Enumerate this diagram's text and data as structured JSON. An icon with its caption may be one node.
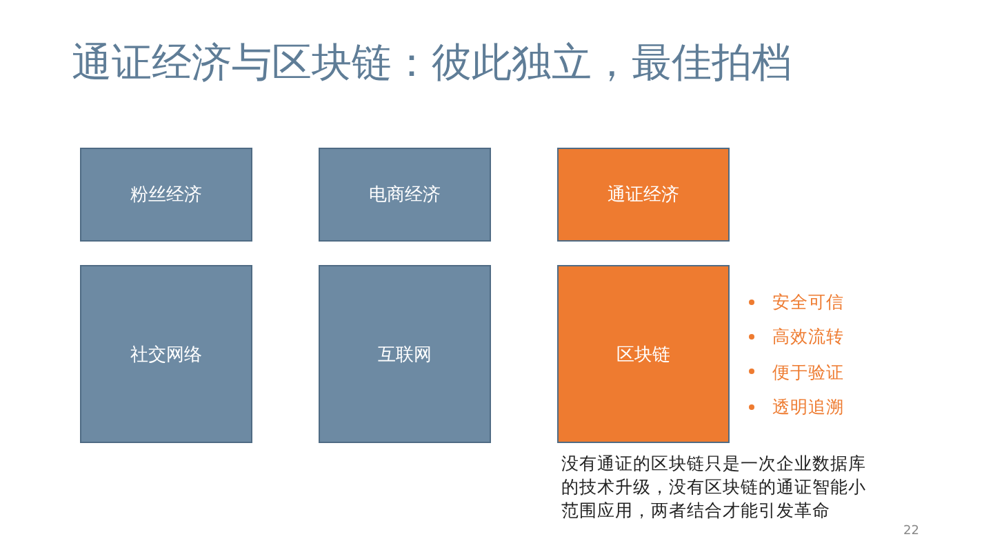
{
  "diagram": {
    "title": "通证经济与区块链：彼此独立，最佳拍档",
    "nodes": [
      {
        "text": [
          "粉丝经济"
        ]
      },
      {
        "text": [
          "电商经济"
        ]
      },
      {
        "text": [
          "通证经济"
        ]
      },
      {
        "text": [
          "社交网络"
        ]
      },
      {
        "text": [
          "互联网"
        ]
      },
      {
        "text": [
          "区块链"
        ],
        "beside": [
          "安全可信",
          "高效流转",
          "便于验证",
          "透明追溯"
        ]
      }
    ],
    "labels": [
      "没有通证的区块链只是一次企业数据库的技术升级，没有区块链的通证智能小范围应用，两者结合才能引发革命",
      "22"
    ]
  }
}
